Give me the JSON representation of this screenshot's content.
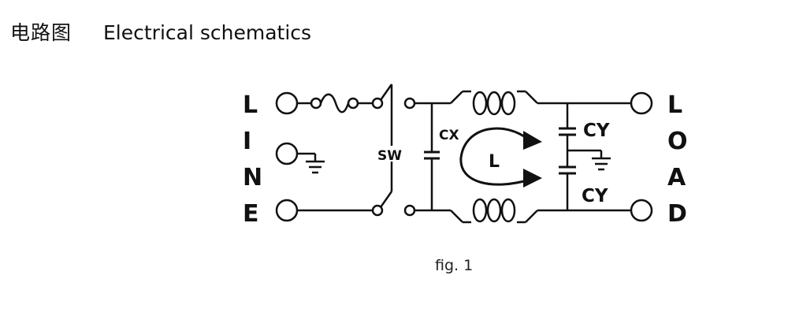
{
  "header": {
    "title_cn": "电路图",
    "title_en": "Electrical schematics"
  },
  "diagram": {
    "line_letters": [
      "L",
      "I",
      "N",
      "E"
    ],
    "load_letters": [
      "L",
      "O",
      "A",
      "D"
    ],
    "labels": {
      "switch": "SW",
      "x_cap": "CX",
      "y_cap_top": "CY",
      "y_cap_bottom": "CY",
      "inductor": "L"
    }
  },
  "caption": "fig. 1"
}
